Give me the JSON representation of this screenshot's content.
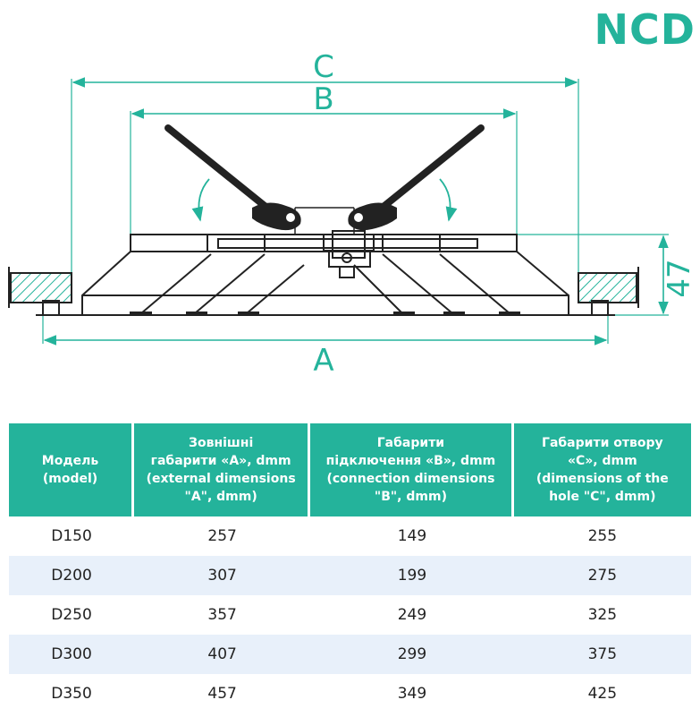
{
  "brand": "NCD",
  "colors": {
    "accent": "#24b39b",
    "row_alt": "#e8f0fa",
    "line": "#222222"
  },
  "drawing": {
    "dim_c_label": "C",
    "dim_b_label": "B",
    "dim_a_label": "A",
    "height_label": "47"
  },
  "table": {
    "headers": [
      "Модель\n(model)",
      "Зовнішні\nгабарити «А», dmm\n(external dimensions\n\"A\", dmm)",
      "Габарити\nпідключення «В», dmm\n(connection dimensions\n\"B\", dmm)",
      "Габарити отвору\n«С», dmm\n(dimensions of the\nhole \"C\", dmm)"
    ],
    "rows": [
      [
        "D150",
        "257",
        "149",
        "255"
      ],
      [
        "D200",
        "307",
        "199",
        "275"
      ],
      [
        "D250",
        "357",
        "249",
        "325"
      ],
      [
        "D300",
        "407",
        "299",
        "375"
      ],
      [
        "D350",
        "457",
        "349",
        "425"
      ]
    ]
  }
}
